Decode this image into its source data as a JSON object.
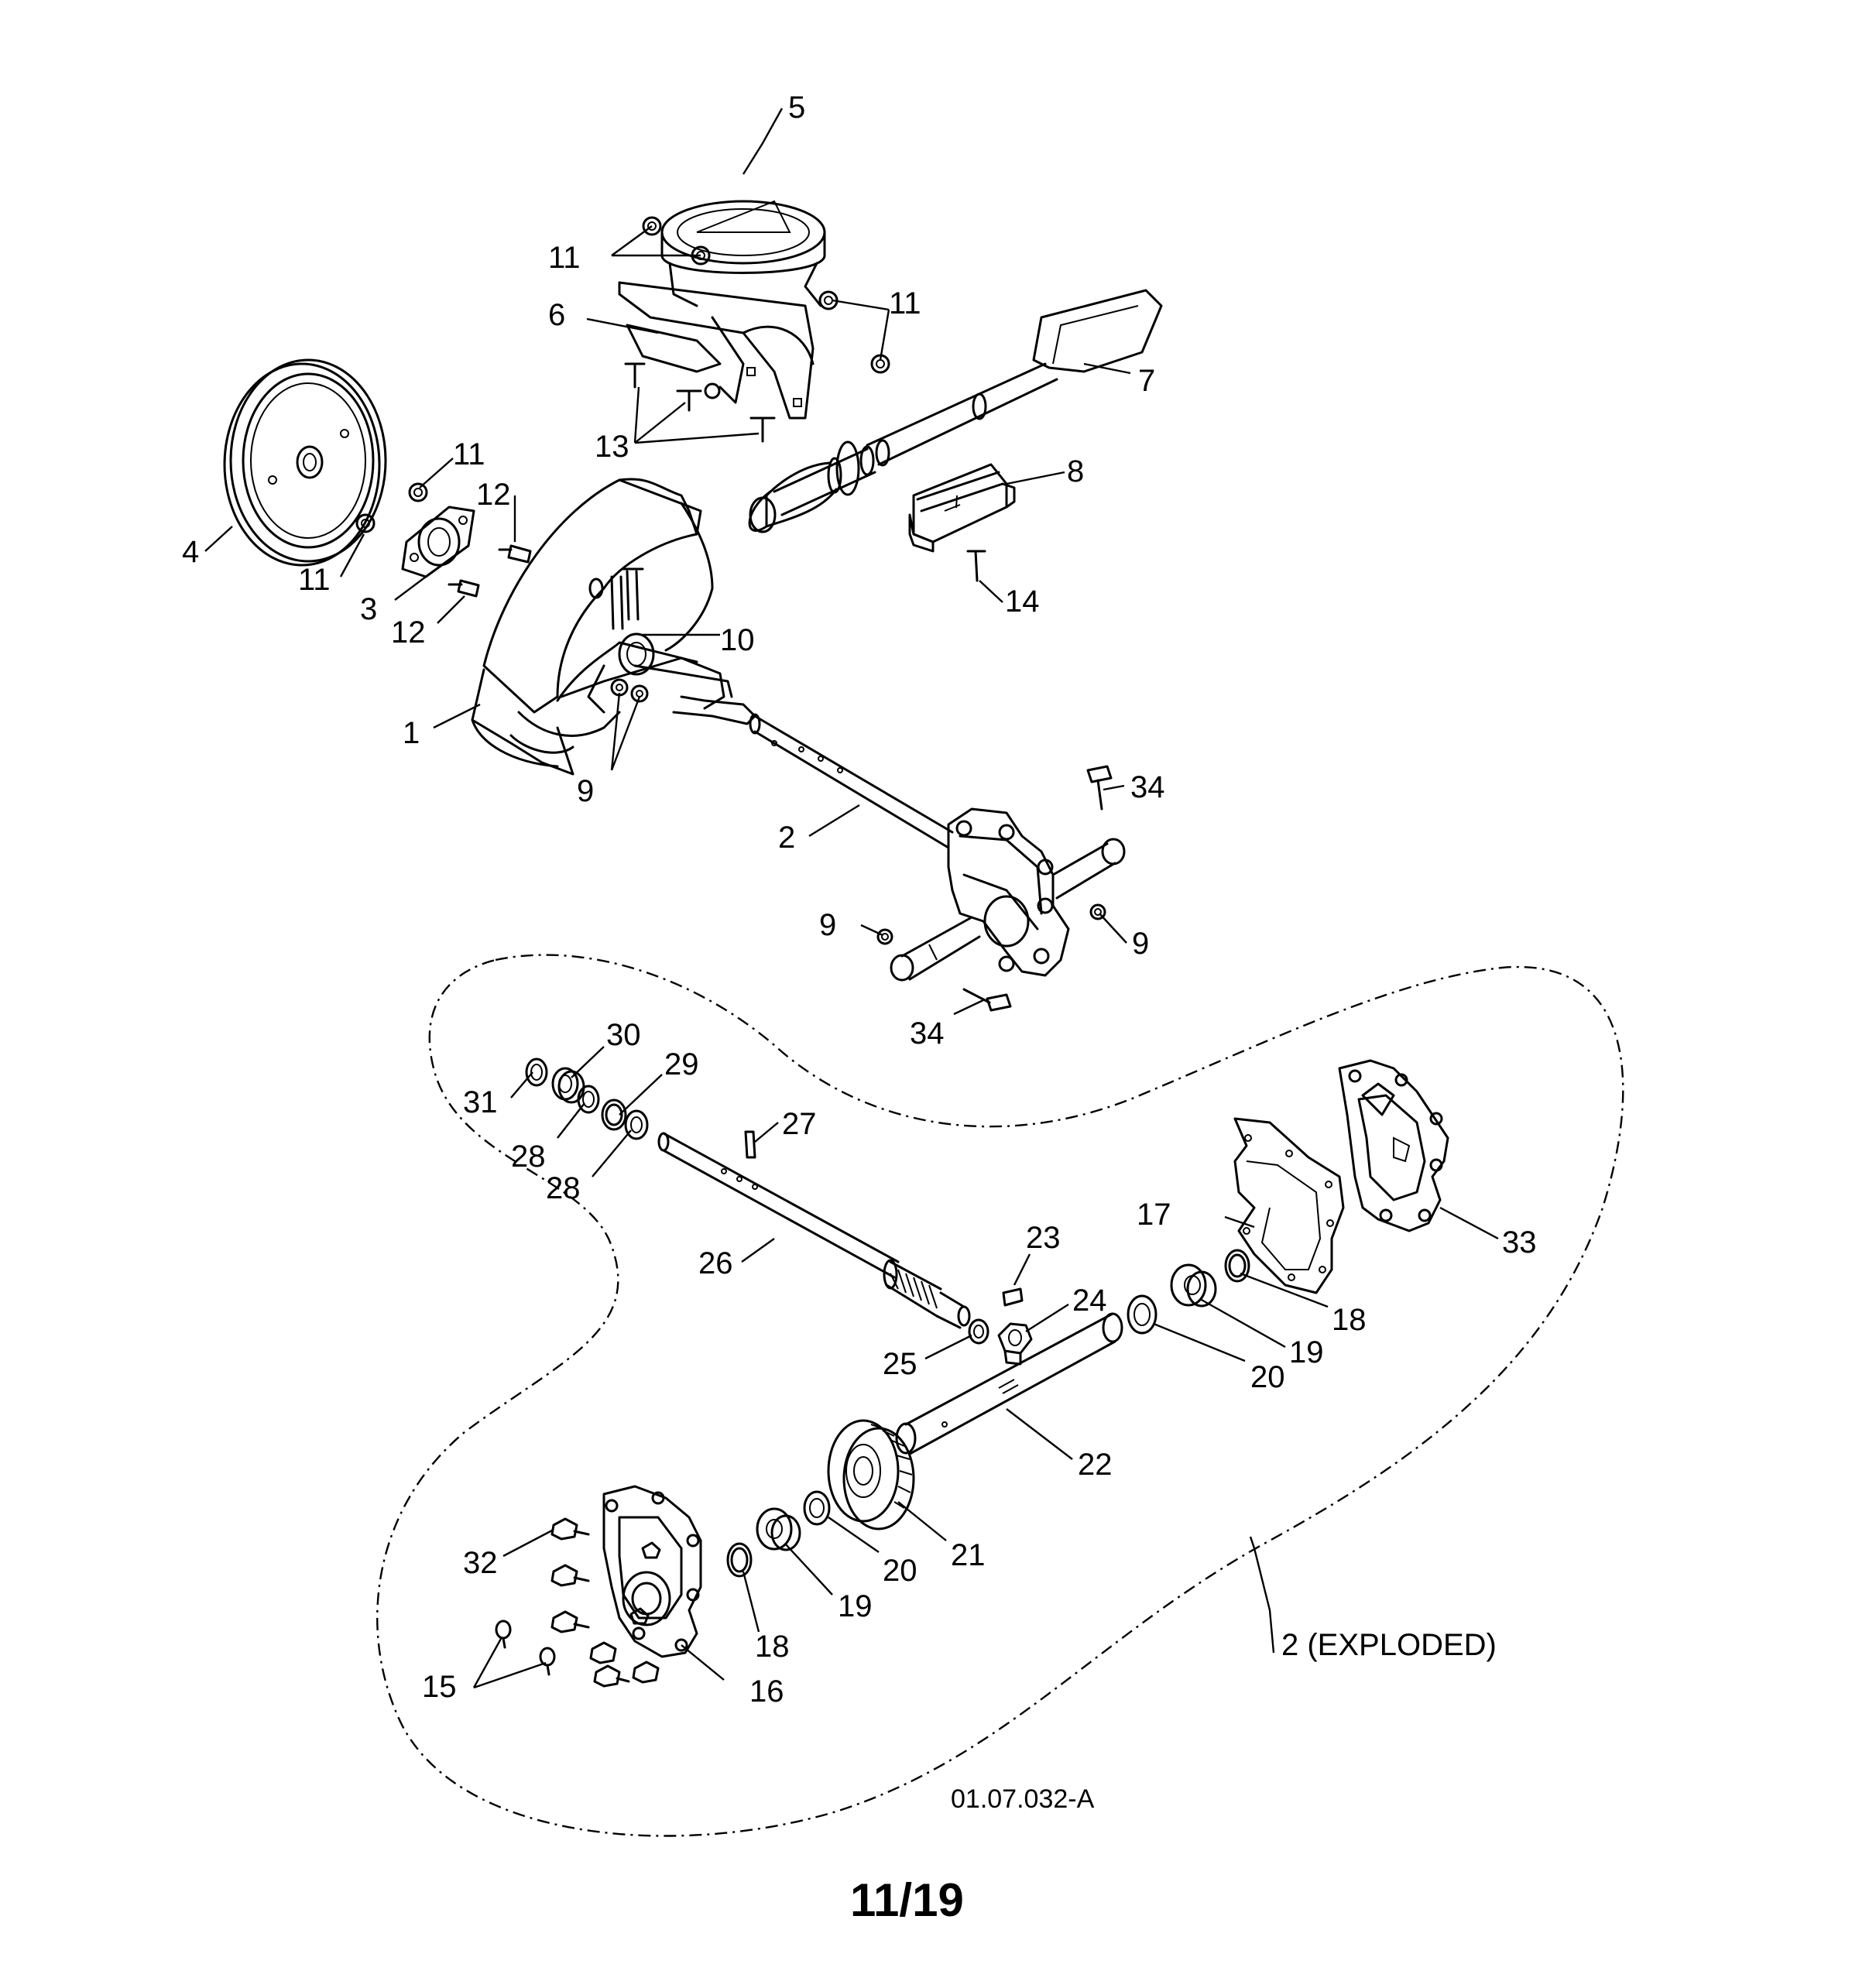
{
  "diagram": {
    "drawing_number": "01.07.032-A",
    "page_number": "11/19",
    "exploded_label": "2 (EXPLODED)",
    "callouts": [
      "1",
      "2",
      "3",
      "4",
      "5",
      "6",
      "7",
      "8",
      "9",
      "10",
      "11",
      "12",
      "13",
      "14",
      "15",
      "16",
      "17",
      "18",
      "19",
      "20",
      "21",
      "22",
      "23",
      "24",
      "25",
      "26",
      "27",
      "28",
      "29",
      "30",
      "31",
      "32",
      "33",
      "34"
    ]
  }
}
